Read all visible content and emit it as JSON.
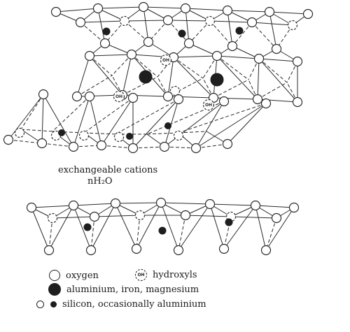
{
  "captions": {
    "interlayer_cations": "exchangeable cations",
    "interlayer_water": "nH₂O"
  },
  "labels": {
    "hydroxyl_symbol": "OH"
  },
  "legend": {
    "oxygen": "oxygen",
    "hydroxyls": "hydroxyls",
    "octahedral_cations": "aluminium, iron, magnesium",
    "tetrahedral_cations": "silicon, occasionally aluminium"
  },
  "colors": {
    "line": "#2a2a2a",
    "atom_fill": "#ffffff",
    "cation_fill": "#1e1e1e"
  },
  "icons": [
    "oxygen-atom-icon",
    "hydroxyl-icon",
    "octahedral-cation-icon",
    "silicon-atom-icon"
  ]
}
